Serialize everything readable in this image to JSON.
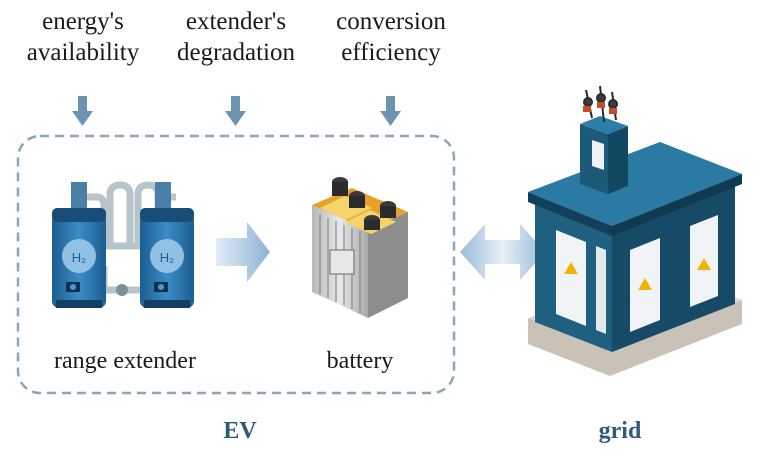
{
  "factors": [
    {
      "line1": "energy's",
      "line2": "availability"
    },
    {
      "line1": "extender's",
      "line2": "degradation"
    },
    {
      "line1": "conversion",
      "line2": "efficiency"
    }
  ],
  "ev_components": {
    "range_extender": "range extender",
    "battery": "battery",
    "h2_tank_label": "H₂"
  },
  "group_labels": {
    "ev": "EV",
    "grid": "grid"
  },
  "colors": {
    "title_blue": "#2f5a7a",
    "arrow_blue": "#6d93b1",
    "dashed_border": "#8ba6ba",
    "tank_blue": "#2a6fa6",
    "substation_teal": "#1f5f80"
  }
}
